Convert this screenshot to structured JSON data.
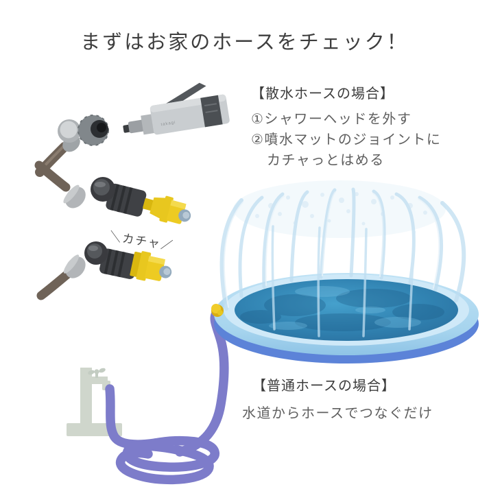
{
  "title": "まずはお家のホースをチェック！",
  "sections": {
    "sprinkler_hose": {
      "heading": "【散水ホースの場合】",
      "step1": "①シャワーヘッドを外す",
      "step2": "②噴水マットのジョイントに",
      "step2_cont": "カチャっとはめる"
    },
    "normal_hose": {
      "heading": "【普通ホースの場合】",
      "line": "水道からホースでつなぐだけ"
    }
  },
  "labels": {
    "click_sfx": "＼カチャ／",
    "nozzle_brand": "takagi"
  },
  "colors": {
    "background": "#ffffff",
    "title_text": "#3e3e3e",
    "body_text": "#5f5f5f",
    "hose_purple": "#7d7cca",
    "faucet_gray": "#cfd6cc",
    "pool_rim_light_blue": "#a6d4ee",
    "pool_rim_band_blue": "#5c83d8",
    "pool_water_blue": "#2f7fae",
    "water_jet_blue": "#bfdef1",
    "joint_yellow": "#e8c71f",
    "joint_tip_blue": "#93aabd",
    "connector_dark_gray": "#3a3b3f",
    "connector_light_gray": "#b2b5b8",
    "braided_hose_brown": "#6f6358",
    "nozzle_gray": "#c9cdd0"
  }
}
